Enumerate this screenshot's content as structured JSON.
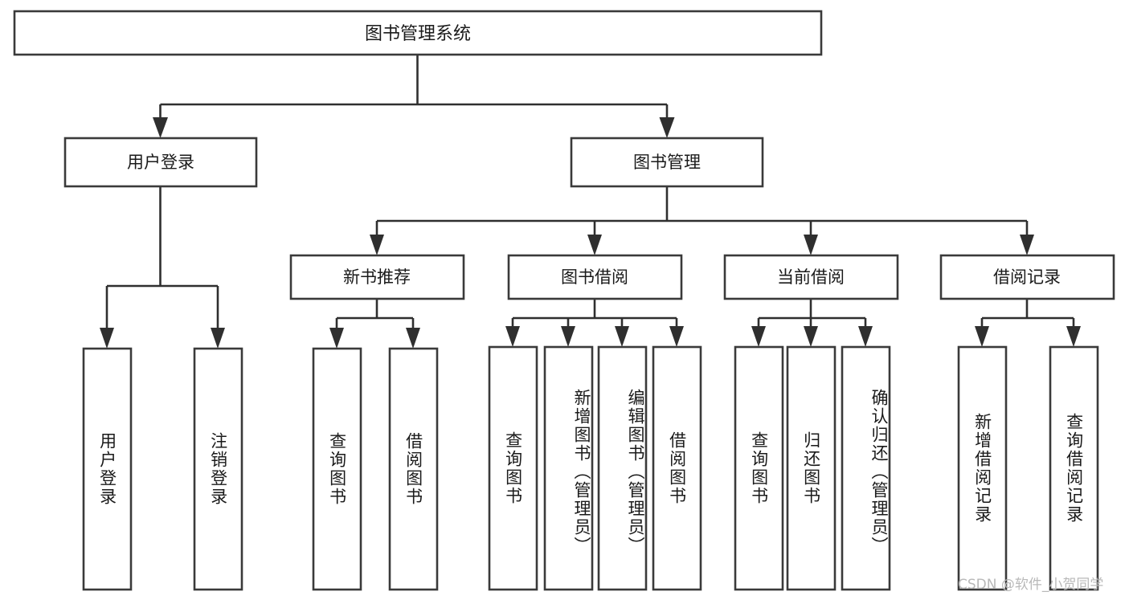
{
  "diagram": {
    "title": "图书管理系统",
    "type": "功能结构图",
    "root": {
      "id": "root",
      "label": "图书管理系统",
      "orientation": "horizontal"
    },
    "level2": [
      {
        "id": "user-login",
        "label": "用户登录",
        "orientation": "horizontal"
      },
      {
        "id": "book-manage",
        "label": "图书管理",
        "orientation": "horizontal"
      }
    ],
    "level3": [
      {
        "id": "new-book-rec",
        "label": "新书推荐",
        "parent": "book-manage",
        "orientation": "horizontal"
      },
      {
        "id": "book-borrow",
        "label": "图书借阅",
        "parent": "book-manage",
        "orientation": "horizontal"
      },
      {
        "id": "current-borrow",
        "label": "当前借阅",
        "parent": "book-manage",
        "orientation": "horizontal"
      },
      {
        "id": "borrow-record",
        "label": "借阅记录",
        "parent": "book-manage",
        "orientation": "horizontal"
      }
    ],
    "leaves": [
      {
        "id": "leaf-user-login",
        "label": "用户登录",
        "parent": "user-login",
        "orientation": "vertical",
        "lines": [
          "用户登录"
        ]
      },
      {
        "id": "leaf-logout",
        "label": "注销登录",
        "parent": "user-login",
        "orientation": "vertical",
        "lines": [
          "注销登录"
        ]
      },
      {
        "id": "leaf-query-book-1",
        "label": "查询图书",
        "parent": "new-book-rec",
        "orientation": "vertical",
        "lines": [
          "查询图书"
        ]
      },
      {
        "id": "leaf-borrow-book-1",
        "label": "借阅图书",
        "parent": "new-book-rec",
        "orientation": "vertical",
        "lines": [
          "借阅图书"
        ]
      },
      {
        "id": "leaf-query-book-2",
        "label": "查询图书",
        "parent": "book-borrow",
        "orientation": "vertical",
        "lines": [
          "查询图书"
        ]
      },
      {
        "id": "leaf-add-book",
        "label": "新增图书（管理员）",
        "parent": "book-borrow",
        "orientation": "vertical",
        "lines": [
          "新增图书",
          "（管理员）"
        ]
      },
      {
        "id": "leaf-edit-book",
        "label": "编辑图书（管理员）",
        "parent": "book-borrow",
        "orientation": "vertical",
        "lines": [
          "编辑图书",
          "（管理员）"
        ]
      },
      {
        "id": "leaf-borrow-book-2",
        "label": "借阅图书",
        "parent": "book-borrow",
        "orientation": "vertical",
        "lines": [
          "借阅图书"
        ]
      },
      {
        "id": "leaf-query-book-3",
        "label": "查询图书",
        "parent": "current-borrow",
        "orientation": "vertical",
        "lines": [
          "查询图书"
        ]
      },
      {
        "id": "leaf-return-book",
        "label": "归还图书",
        "parent": "current-borrow",
        "orientation": "vertical",
        "lines": [
          "归还图书"
        ]
      },
      {
        "id": "leaf-confirm-return",
        "label": "确认归还（管理员）",
        "parent": "current-borrow",
        "orientation": "vertical",
        "lines": [
          "确认归还",
          "（管理员）"
        ]
      },
      {
        "id": "leaf-add-record",
        "label": "新增借阅记录",
        "parent": "borrow-record",
        "orientation": "vertical",
        "lines": [
          "新增借阅记录"
        ]
      },
      {
        "id": "leaf-query-record",
        "label": "查询借阅记录",
        "parent": "borrow-record",
        "orientation": "vertical",
        "lines": [
          "查询借阅记录"
        ]
      }
    ],
    "colors": {
      "box_stroke": "#3a3a3a",
      "box_fill": "#ffffff",
      "connector": "#2f2f2f",
      "text": "#1a1a1a",
      "watermark": "#b9b9b9",
      "background": "#ffffff"
    }
  },
  "watermark": {
    "text": "CSDN @软件_小贺同学"
  }
}
